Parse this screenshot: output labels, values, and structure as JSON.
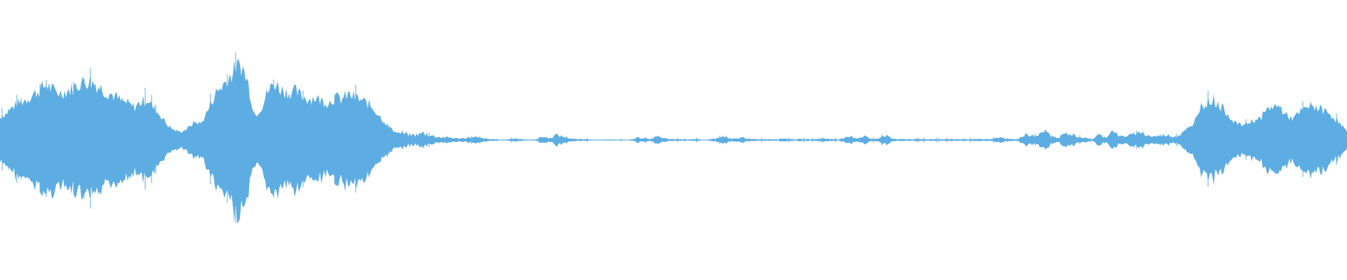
{
  "waveform": {
    "color": "#5dade2",
    "background": "#ffffff",
    "amplitude_envelope": [
      0.28,
      0.33,
      0.41,
      0.46,
      0.5,
      0.56,
      0.62,
      0.68,
      0.6,
      0.58,
      0.6,
      0.64,
      0.7,
      0.72,
      0.7,
      0.64,
      0.58,
      0.55,
      0.48,
      0.45,
      0.4,
      0.46,
      0.5,
      0.38,
      0.3,
      0.18,
      0.12,
      0.1,
      0.14,
      0.22,
      0.2,
      0.36,
      0.55,
      0.65,
      0.74,
      0.86,
      0.92,
      0.7,
      0.3,
      0.4,
      0.6,
      0.7,
      0.62,
      0.58,
      0.6,
      0.54,
      0.5,
      0.52,
      0.48,
      0.46,
      0.52,
      0.5,
      0.56,
      0.52,
      0.48,
      0.44,
      0.36,
      0.26,
      0.16,
      0.1,
      0.08,
      0.06,
      0.06,
      0.08,
      0.06,
      0.04,
      0.03,
      0.03,
      0.02,
      0.02,
      0.03,
      0.03,
      0.02,
      0.01,
      0.01,
      0.0,
      0.01,
      0.02,
      0.01,
      0.0,
      0.01,
      0.04,
      0.02,
      0.06,
      0.04,
      0.02,
      0.01,
      0.01,
      0.01,
      0.0,
      0.0,
      0.01,
      0.0,
      0.0,
      0.0,
      0.03,
      0.02,
      0.01,
      0.04,
      0.02,
      0.01,
      0.01,
      0.01,
      0.01,
      0.01,
      0.0,
      0.01,
      0.02,
      0.04,
      0.01,
      0.02,
      0.03,
      0.01,
      0.01,
      0.01,
      0.01,
      0.01,
      0.02,
      0.01,
      0.01,
      0.01,
      0.01,
      0.01,
      0.02,
      0.01,
      0.01,
      0.02,
      0.04,
      0.02,
      0.05,
      0.01,
      0.02,
      0.06,
      0.02,
      0.01,
      0.01,
      0.01,
      0.01,
      0.01,
      0.01,
      0.01,
      0.01,
      0.01,
      0.01,
      0.01,
      0.01,
      0.01,
      0.01,
      0.01,
      0.03,
      0.02,
      0.01,
      0.01,
      0.08,
      0.04,
      0.06,
      0.12,
      0.04,
      0.02,
      0.09,
      0.06,
      0.04,
      0.02,
      0.01,
      0.06,
      0.03,
      0.12,
      0.04,
      0.05,
      0.06,
      0.1,
      0.06,
      0.04,
      0.05,
      0.06,
      0.04,
      0.06,
      0.14,
      0.16,
      0.4,
      0.46,
      0.5,
      0.42,
      0.34,
      0.24,
      0.18,
      0.2,
      0.24,
      0.26,
      0.36,
      0.42,
      0.4,
      0.3,
      0.26,
      0.34,
      0.4,
      0.42,
      0.38,
      0.34,
      0.28,
      0.2,
      0.1
    ]
  }
}
